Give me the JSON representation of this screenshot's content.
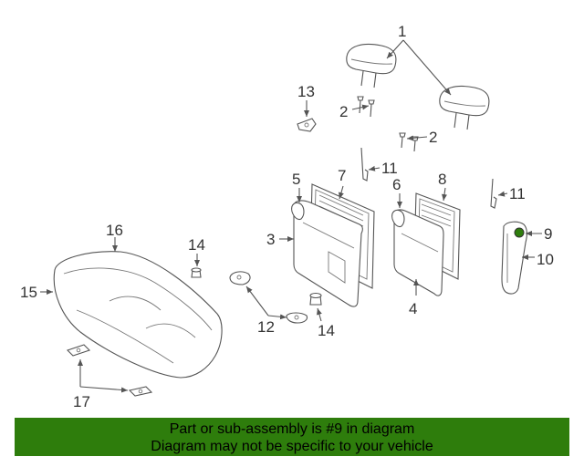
{
  "callouts": {
    "c1": "1",
    "c2a": "2",
    "c2b": "2",
    "c3": "3",
    "c4": "4",
    "c5": "5",
    "c6": "6",
    "c7": "7",
    "c8": "8",
    "c9": "9",
    "c10": "10",
    "c11a": "11",
    "c11b": "11",
    "c12": "12",
    "c13": "13",
    "c14a": "14",
    "c14b": "14",
    "c15": "15",
    "c16": "16",
    "c17": "17"
  },
  "banner": {
    "line1": "Part or sub-assembly is #9 in diagram",
    "line2": "Diagram may not be specific to your vehicle"
  },
  "colors": {
    "banner_bg": "#2e7d0c",
    "highlight_part": "#2e7d0c"
  }
}
